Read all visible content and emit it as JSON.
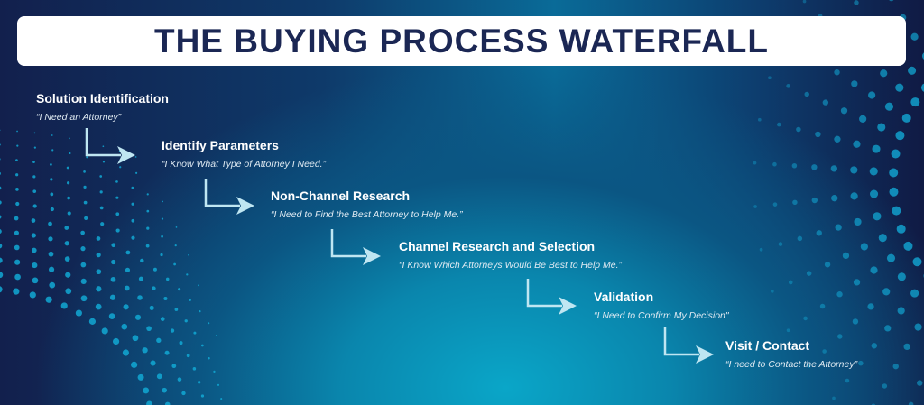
{
  "title": "THE BUYING PROCESS WATERFALL",
  "steps": [
    {
      "title": "Solution Identification",
      "quote": "“I Need an Attorney”"
    },
    {
      "title": "Identify Parameters",
      "quote": "“I Know What Type of Attorney I Need.”"
    },
    {
      "title": "Non-Channel Research",
      "quote": "“I Need to Find the Best Attorney to Help Me.”"
    },
    {
      "title": "Channel Research and Selection",
      "quote": "“I Know Which Attorneys Would Be Best to Help Me.”"
    },
    {
      "title": "Validation",
      "quote": "“I Need to Confirm My Decision\""
    },
    {
      "title": "Visit / Contact",
      "quote": "“I need to Contact the Attorney”"
    }
  ],
  "colors": {
    "title_text": "#1b2754",
    "arrow": "#bfe6f2",
    "dots": "#12a8d4"
  }
}
